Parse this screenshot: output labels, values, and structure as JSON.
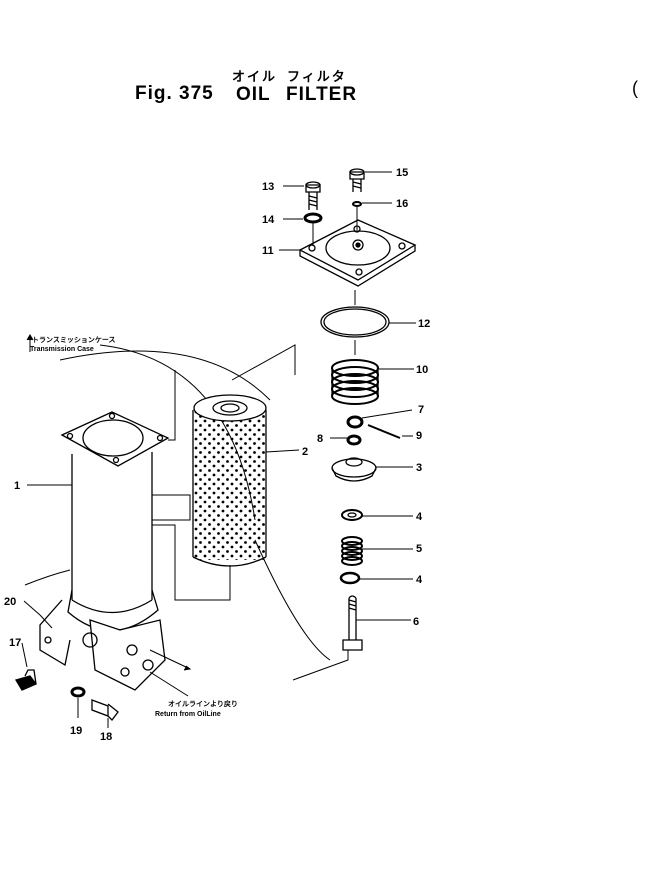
{
  "header": {
    "fig_label": "Fig. 375",
    "title_jp_1": "オイル",
    "title_jp_2": "フィルタ",
    "title_en_1": "OIL",
    "title_en_2": "FILTER"
  },
  "notes": {
    "transmission_jp": "トランスミッションケース",
    "transmission_en": "Transmission Case",
    "return_jp": "オイルラインより戻り",
    "return_en": "Return from OilLine"
  },
  "parts": {
    "p1": "1",
    "p2": "2",
    "p3": "3",
    "p4a": "4",
    "p4b": "4",
    "p5": "5",
    "p6": "6",
    "p7": "7",
    "p8": "8",
    "p9": "9",
    "p10": "10",
    "p11": "11",
    "p12": "12",
    "p13": "13",
    "p14": "14",
    "p15": "15",
    "p16": "16",
    "p17": "17",
    "p18": "18",
    "p19": "19",
    "p20": "20"
  },
  "margin_mark": "("
}
